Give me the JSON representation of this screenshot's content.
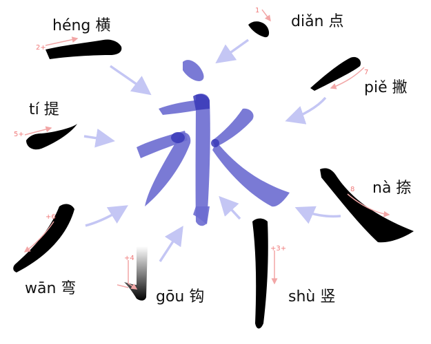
{
  "labels": {
    "dian": "diǎn 点",
    "heng": "héng 横",
    "pie": "piě 撇",
    "ti": "tí 提",
    "na": "nà 捺",
    "wan": "wān 弯",
    "gou": "gōu 钩",
    "shu": "shù 竖"
  },
  "stroke_numbers": {
    "dian": "1",
    "heng": "2+",
    "ti": "5+",
    "wan": "+6",
    "pie": "7",
    "na": "8",
    "gou": "+4",
    "shu": "+3+"
  },
  "colors": {
    "stroke": "#000000",
    "center_char": "#6c6cd0",
    "center_overlap": "#3a3ab8",
    "arrow": "#c4c6f4",
    "guide": "#f2a6a6",
    "guide_text": "#f07a7a"
  }
}
